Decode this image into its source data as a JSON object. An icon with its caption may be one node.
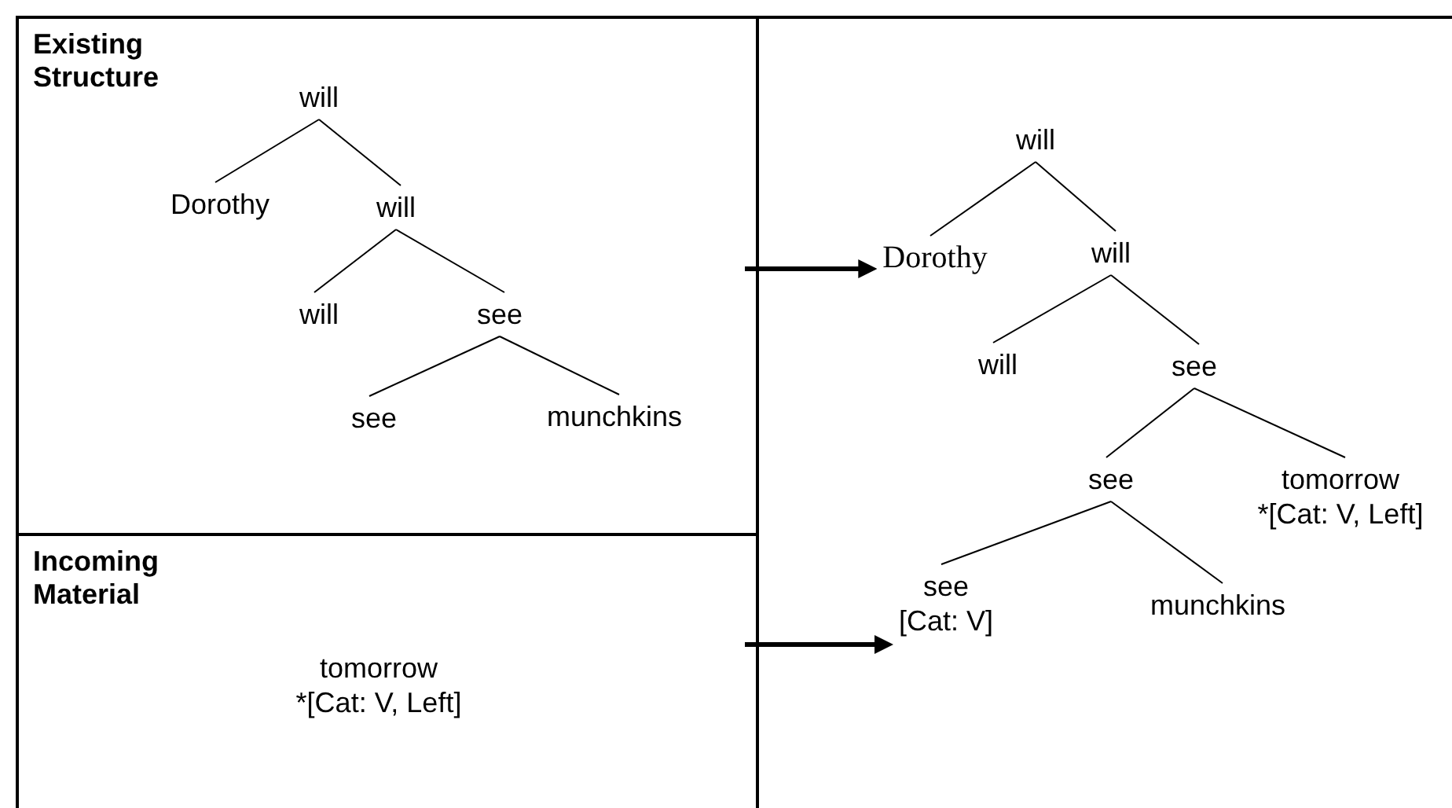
{
  "diagram": {
    "nodes": [
      {
        "text": [
          "Existing Structure"
        ]
      },
      {
        "text": [
          "will"
        ],
        "in": 0
      },
      {
        "text": [
          "Dorothy"
        ],
        "in": 0
      },
      {
        "text": [
          "will"
        ],
        "in": 0
      },
      {
        "text": [
          "will"
        ],
        "in": 0
      },
      {
        "text": [
          "see"
        ],
        "in": 0
      },
      {
        "text": [
          "see"
        ],
        "in": 0
      },
      {
        "text": [
          "munchkins"
        ],
        "in": 0
      },
      {
        "text": [
          "Incoming Material"
        ]
      },
      {
        "text": [
          "tomorrow",
          "*[Cat: V, Left]"
        ],
        "in": 8
      },
      {
        "text": [],
        "shape": "box"
      },
      {
        "text": [
          "will"
        ],
        "in": 10
      },
      {
        "text": [
          "Dorothy"
        ],
        "in": 10
      },
      {
        "text": [
          "will"
        ],
        "in": 10
      },
      {
        "text": [
          "will"
        ],
        "in": 10
      },
      {
        "text": [
          "see"
        ],
        "in": 10
      },
      {
        "text": [
          "see"
        ],
        "in": 10
      },
      {
        "text": [
          "tomorrow",
          "*[Cat: V, Left]"
        ],
        "in": 10
      },
      {
        "text": [
          "see",
          "[Cat: V]"
        ],
        "in": 10
      },
      {
        "text": [
          "munchkins"
        ],
        "in": 10
      }
    ],
    "edges": [
      {
        "from": 1,
        "to": 2,
        "arrow": "none"
      },
      {
        "from": 1,
        "to": 3,
        "arrow": "none"
      },
      {
        "from": 3,
        "to": 4,
        "arrow": "none"
      },
      {
        "from": 3,
        "to": 5,
        "arrow": "none"
      },
      {
        "from": 5,
        "to": 6,
        "arrow": "none"
      },
      {
        "from": 5,
        "to": 7,
        "arrow": "none"
      },
      {
        "from": 0,
        "to": 12,
        "arrow": "to",
        "style": "thick"
      },
      {
        "from": 8,
        "to": 18,
        "arrow": "to",
        "style": "thick"
      },
      {
        "from": 11,
        "to": 12,
        "arrow": "none"
      },
      {
        "from": 11,
        "to": 13,
        "arrow": "none"
      },
      {
        "from": 13,
        "to": 14,
        "arrow": "none"
      },
      {
        "from": 13,
        "to": 15,
        "arrow": "none"
      },
      {
        "from": 15,
        "to": 16,
        "arrow": "none"
      },
      {
        "from": 15,
        "to": 17,
        "arrow": "none"
      },
      {
        "from": 16,
        "to": 18,
        "arrow": "none"
      },
      {
        "from": 16,
        "to": 19,
        "arrow": "none"
      }
    ]
  }
}
